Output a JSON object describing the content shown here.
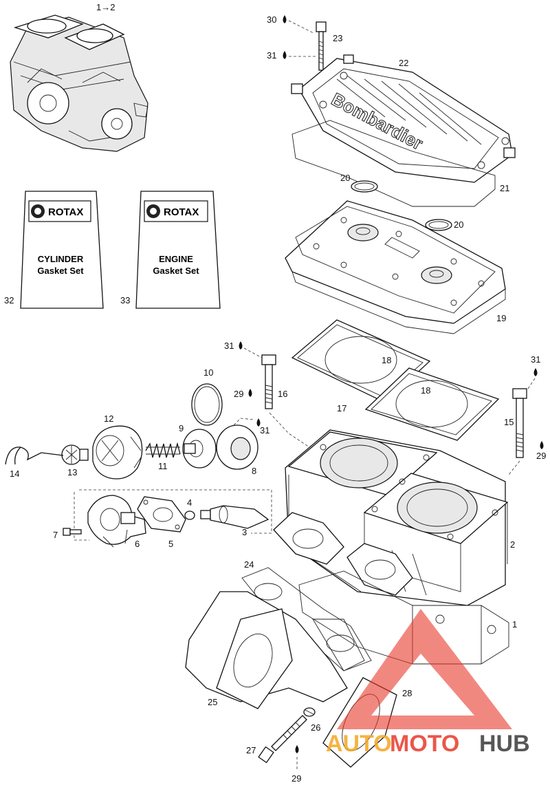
{
  "callouts": {
    "c1": "1",
    "c2": "2",
    "c3": "3",
    "c4": "4",
    "c5": "5",
    "c6": "6",
    "c7": "7",
    "c8": "8",
    "c9": "9",
    "c10": "10",
    "c11": "11",
    "c12": "12",
    "c13": "13",
    "c14": "14",
    "c15": "15",
    "c16": "16",
    "c17": "17",
    "c18a": "18",
    "c18b": "18",
    "c19": "19",
    "c20a": "20",
    "c20b": "20",
    "c21": "21",
    "c22": "22",
    "c23": "23",
    "c24": "24",
    "c25": "25",
    "c26": "26",
    "c27": "27",
    "c28": "28",
    "c29a": "29",
    "c29b": "29",
    "c29c": "29",
    "c30": "30",
    "c31a": "31",
    "c31b": "31",
    "c31c": "31",
    "c31d": "31",
    "c32": "32",
    "c33": "33",
    "ref_1_2": "1→2"
  },
  "kits": {
    "cylinder": {
      "brand": "ROTAX",
      "line1": "CYLINDER",
      "line2": "Gasket Set"
    },
    "engine": {
      "brand": "ROTAX",
      "line1": "ENGINE",
      "line2": "Gasket Set"
    }
  },
  "head_cover_text": "Bombardier",
  "watermark": {
    "part1": "AUTO",
    "part2": "MOTO",
    "part3": "HUB",
    "colors": {
      "auto": "#f5a623",
      "moto": "#e8392b",
      "hub": "#3a3a3a",
      "triangle": "#e8392b"
    }
  }
}
